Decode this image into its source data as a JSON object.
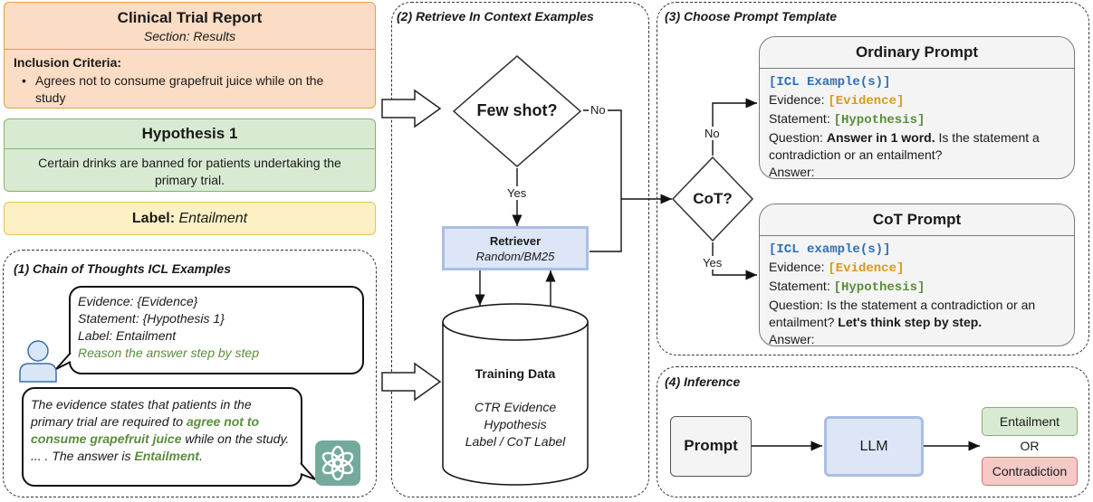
{
  "report": {
    "title": "Clinical Trial Report",
    "section": "Section: Results",
    "criteria_label": "Inclusion Criteria:",
    "criteria_item": "Agrees not to consume grapefruit juice while on the study"
  },
  "hypothesis": {
    "title": "Hypothesis 1",
    "text": "Certain drinks are banned for patients undertaking the primary trial."
  },
  "label_box": {
    "prefix": "Label:",
    "value": "Entailment"
  },
  "panel1": {
    "title": "(1) Chain of Thoughts ICL Examples",
    "user_lines": [
      "Evidence: {Evidence}",
      "Statement: {Hypothesis 1}",
      "Label: Entailment"
    ],
    "user_reason": "Reason the answer step by step",
    "bot_text_1": "The evidence states that patients in the primary trial are required to ",
    "bot_highlight": "agree not to consume grapefruit juice",
    "bot_text_2": " while on the study. ... . The answer is ",
    "bot_answer": "Entailment",
    "bot_end": "."
  },
  "panel2": {
    "title": "(2) Retrieve In Context Examples",
    "decision": "Few shot?",
    "no_label": "No",
    "yes_label": "Yes",
    "retriever_title": "Retriever",
    "retriever_sub": "Random/BM25",
    "db_title": "Training Data",
    "db_lines": [
      "CTR Evidence",
      "Hypothesis",
      "Label / CoT Label"
    ]
  },
  "panel3": {
    "title": "(3) Choose Prompt Template",
    "decision": "CoT?",
    "no_label": "No",
    "yes_label": "Yes",
    "ordinary": {
      "title": "Ordinary Prompt",
      "icl": "[ICL Example(s)]",
      "evidence_label": "Evidence: ",
      "evidence_tag": "[Evidence]",
      "statement_label": "Statement: ",
      "statement_tag": "[Hypothesis]",
      "question_label": "Question: ",
      "question_bold": "Answer in 1 word.",
      "question_rest": " Is the statement a contradiction or an entailment?",
      "answer": "Answer:"
    },
    "cot": {
      "title": "CoT Prompt",
      "icl": "[ICL example(s)]",
      "evidence_label": "Evidence: ",
      "evidence_tag": "[Evidence]",
      "statement_label": "Statement: ",
      "statement_tag": "[Hypothesis]",
      "question_label": "Question: ",
      "question_rest": "Is the statement a contradiction or an entailment? ",
      "question_bold": "Let's think step by step.",
      "answer": "Answer:"
    }
  },
  "panel4": {
    "title": "(4) Inference",
    "prompt": "Prompt",
    "llm": "LLM",
    "entailment": "Entailment",
    "or": "OR",
    "contradiction": "Contradiction"
  },
  "colors": {
    "report_bg": "#fbdcc4",
    "report_border": "#e0a33a",
    "hyp_bg": "#d8ebd2",
    "hyp_border": "#84b36b",
    "label_bg": "#fdf0c4",
    "label_border": "#e6c353",
    "retriever_bg": "#dde6f6",
    "retriever_border": "#a9bfe3",
    "llm_bg": "#dde6f6",
    "ent_bg": "#d8ebd2",
    "contra_bg": "#f5c9c6",
    "icl_blue": "#2f6fb5",
    "tag_orange": "#d89a1a",
    "tag_green": "#5a8d3b"
  }
}
